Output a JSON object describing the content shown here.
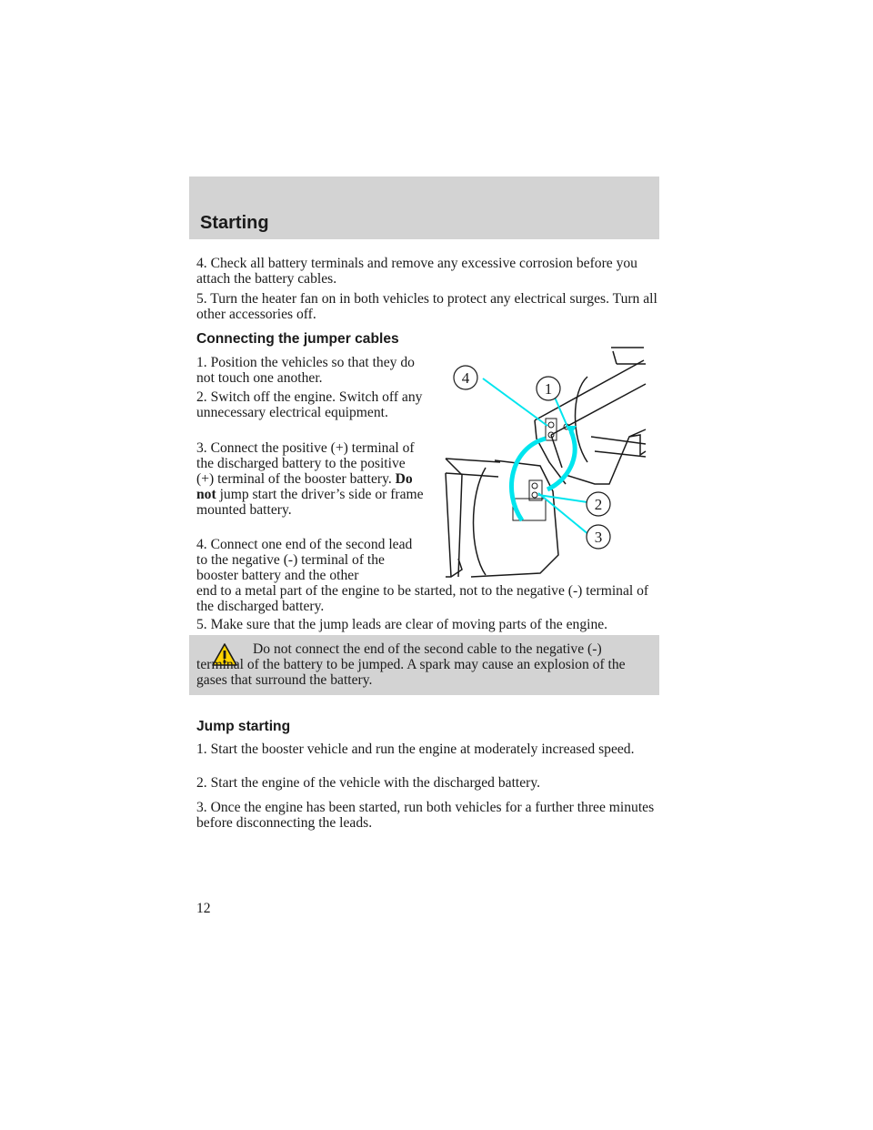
{
  "header": {
    "title": "Starting"
  },
  "intro": {
    "step4": "4. Check all battery terminals and remove any excessive corrosion before you attach the battery cables.",
    "step5": "5. Turn the heater fan on in both vehicles to protect any electrical surges. Turn all other accessories off."
  },
  "connecting": {
    "heading": "Connecting the jumper cables",
    "step1": "1. Position the vehicles so that they do not touch one another.",
    "step2": "2. Switch off the engine. Switch off any unnecessary electrical equipment.",
    "step3_start": "3. Connect the positive (+) terminal of the discharged battery to the positive (+) terminal of the booster battery.",
    "step3_bold": "Do not",
    "step3_end": "jump start the driver’s side or frame mounted battery.",
    "step4_narrow": "4. Connect one end of the second lead to the negative (-) terminal of the booster battery and the other",
    "step4_wide": "end to a metal part of the engine to be started, not to the negative (-) terminal of the discharged battery.",
    "step5": "5. Make sure that the jump leads are clear of moving parts of the engine."
  },
  "warning": {
    "text": "Do not connect the end of the second cable to the negative (-) terminal of the battery to be jumped. A spark may cause an explosion of the gases that surround the battery.",
    "icon": "warning-triangle-icon"
  },
  "diagram": {
    "labels": [
      "1",
      "2",
      "3",
      "4"
    ],
    "callout_color": "#00e5ee"
  },
  "jump": {
    "heading": "Jump starting",
    "step1": "1. Start the booster vehicle and run the engine at moderately increased speed.",
    "step2": "2. Start the engine of the vehicle with the discharged battery.",
    "step3": "3. Once the engine has been started, run both vehicles for a further three minutes before disconnecting the leads."
  },
  "footer": {
    "page_number": "12"
  }
}
